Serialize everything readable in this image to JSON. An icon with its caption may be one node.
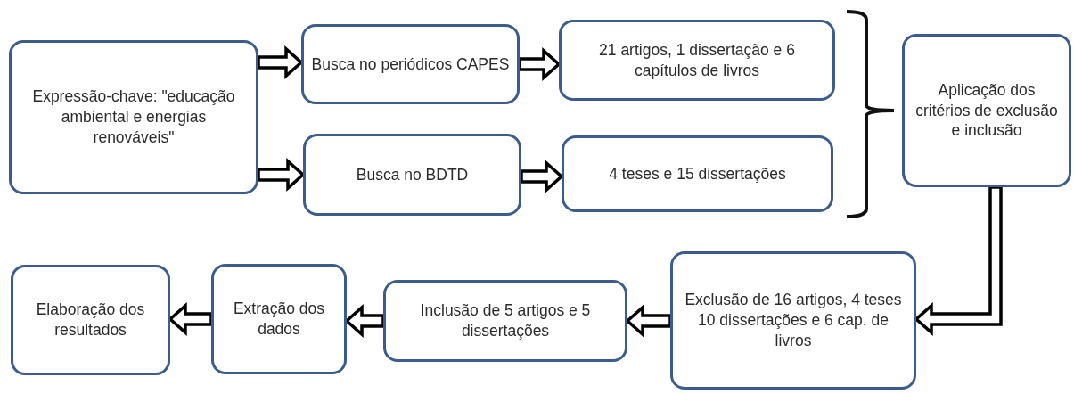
{
  "diagram": {
    "nodes": [
      {
        "text": [
          "Expressão-chave: \"educação ambiental e energias renováveis\""
        ]
      },
      {
        "text": [
          "Busca no periódicos CAPES"
        ]
      },
      {
        "text": [
          "Busca no BDTD"
        ]
      },
      {
        "text": [
          "21 artigos, 1 dissertação e 6 capítulos de livros"
        ]
      },
      {
        "text": [
          "4 teses e 15 dissertações"
        ]
      },
      {
        "text": [
          "Aplicação dos critérios de exclusão e inclusão"
        ]
      },
      {
        "text": [
          "Exclusão de 16 artigos, 4 teses 10 dissertações e 6 cap. de livros"
        ]
      },
      {
        "text": [
          "Inclusão de 5 artigos e 5 dissertações"
        ]
      },
      {
        "text": [
          "Extração dos dados"
        ]
      },
      {
        "text": [
          "Elaboração dos resultados"
        ]
      }
    ],
    "edges": [
      {
        "from": 0,
        "to": 1,
        "arrow": "to"
      },
      {
        "from": 0,
        "to": 2,
        "arrow": "to"
      },
      {
        "from": 1,
        "to": 3,
        "arrow": "to"
      },
      {
        "from": 2,
        "to": 4,
        "arrow": "to"
      },
      {
        "from": 5,
        "to": 6,
        "arrow": "to"
      },
      {
        "from": 6,
        "to": 7,
        "arrow": "to"
      },
      {
        "from": 7,
        "to": 8,
        "arrow": "to"
      },
      {
        "from": 8,
        "to": 9,
        "arrow": "to"
      }
    ]
  }
}
